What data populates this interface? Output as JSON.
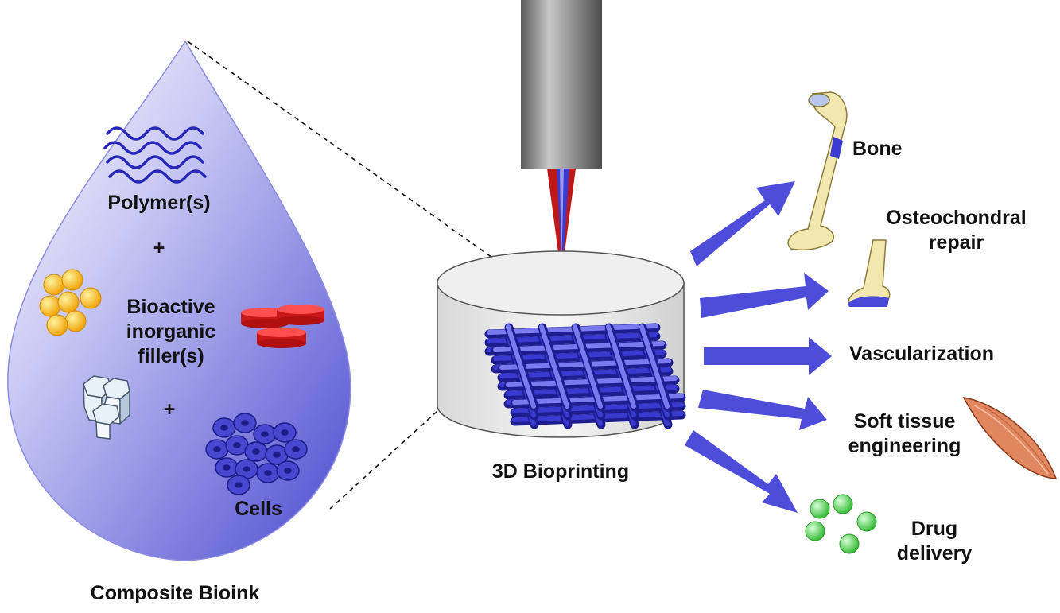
{
  "left_panel": {
    "caption": "Composite Bioink",
    "components": {
      "polymer": "Polymer(s)",
      "plus_1": "+",
      "filler": "Bioactive\ninorganic\nfiller(s)",
      "plus_2": "+",
      "cells": "Cells"
    }
  },
  "center_panel": {
    "caption": "3D Bioprinting"
  },
  "applications": [
    {
      "label": "Bone",
      "icon": "bone-icon"
    },
    {
      "label": "Osteochondral\nrepair",
      "icon": "bone-joint-icon"
    },
    {
      "label": "Vascularization",
      "icon": ""
    },
    {
      "label": "Soft tissue\nengineering",
      "icon": "muscle-icon"
    },
    {
      "label": "Drug\ndelivery",
      "icon": "drug-particles-icon"
    }
  ],
  "colors": {
    "drop_fill": "#a9a9ee",
    "scaffold": "#3a3ad0",
    "arrow": "#4d4dd9",
    "nozzle": "#7a7a7a",
    "bone": "#f3e7b0",
    "cartilage": "#b9c6ee",
    "muscle": "#e1875f",
    "drug": "#56d356",
    "filler_particles": "#ffb300",
    "filler_discs": "#e02424"
  }
}
